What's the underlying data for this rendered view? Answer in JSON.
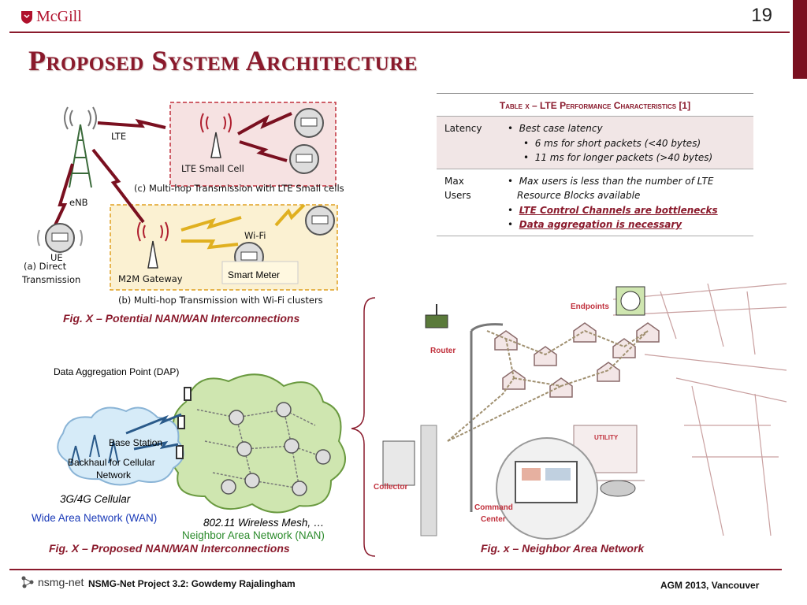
{
  "header": {
    "logo_text": "McGill",
    "slide_number": "19",
    "title": "Proposed System Architecture"
  },
  "fig1": {
    "lte": "LTE",
    "enb": "eNB",
    "ue": "UE",
    "direct_line1": "(a) Direct",
    "direct_line2": "Transmission",
    "small_cell": "LTE Small Cell",
    "multi_hop_lte": "(c) Multi-hop Transmission with LTE Small cells",
    "wifi": "Wi-Fi",
    "smart_meter": "Smart Meter",
    "m2m_gateway": "M2M Gateway",
    "multi_hop_wifi": "(b) Multi-hop Transmission with Wi-Fi clusters",
    "caption": "Fig. X – Potential NAN/WAN Interconnections"
  },
  "fig2": {
    "dap": "Data Aggregation Point (DAP)",
    "base_station": "Base Station",
    "backhaul_line1": "Backhaul for Cellular",
    "backhaul_line2": "Network",
    "cellular": "3G/4G Cellular",
    "wan": "Wide Area Network (WAN)",
    "mesh": "802.11 Wireless Mesh, …",
    "nan": "Neighbor Area  Network (NAN)",
    "caption": "Fig. X – Proposed NAN/WAN Interconnections"
  },
  "table": {
    "title": "Table x – LTE Performance Characteristics [1]",
    "latency_label": "Latency",
    "latency_main": "Best case latency",
    "latency_sub1": "6 ms for short packets (<40 bytes)",
    "latency_sub2": "11 ms for longer packets (>40 bytes)",
    "maxusers_line1": "Max",
    "maxusers_line2": "Users",
    "maxusers_main_line1": "Max users is less than the number of LTE",
    "maxusers_main_line2": "Resource Blocks available",
    "maxusers_red1": "LTE Control Channels are bottlenecks",
    "maxusers_red2": "Data aggregation is necessary"
  },
  "fig3": {
    "endpoints": "Endpoints",
    "router": "Router",
    "utility": "UTILITY",
    "collector": "Collector",
    "command_line1": "Command",
    "command_line2": "Center",
    "caption": "Fig. x – Neighbor Area Network"
  },
  "footer": {
    "project": "NSMG-Net Project 3.2: Gowdemy Rajalingham",
    "event": "AGM 2013, Vancouver",
    "logo_text": "nsmg-net"
  }
}
